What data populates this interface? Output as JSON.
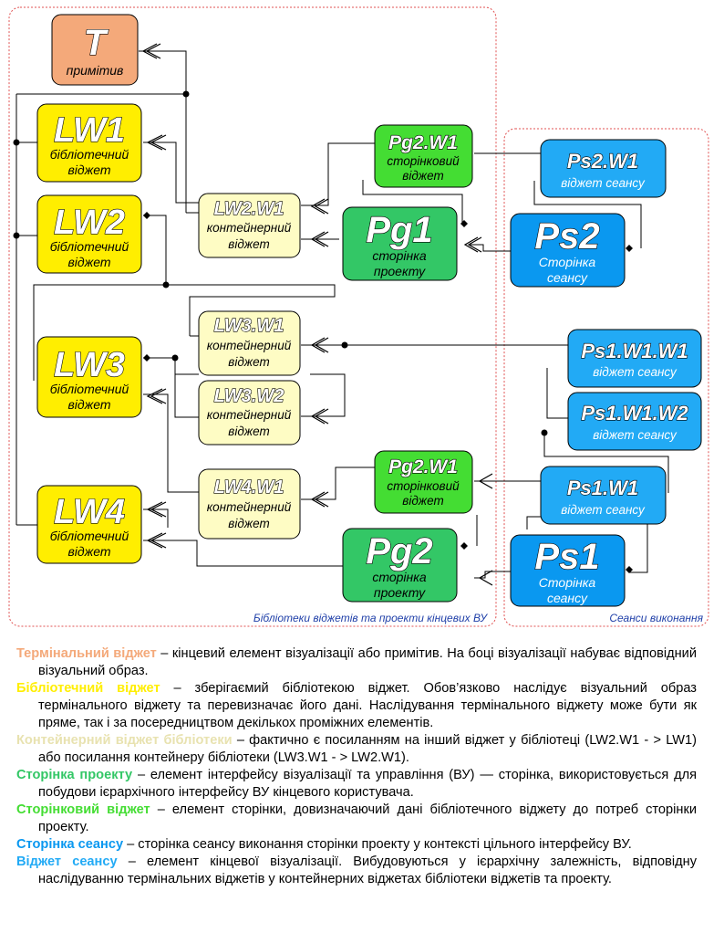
{
  "colors": {
    "terminal": "#f4a97a",
    "library": "#ffee00",
    "container": "#fefcc4",
    "project_page": "#33c766",
    "page_widget": "#44dd33",
    "session_page": "#0a98f0",
    "session_widget": "#22aaf5",
    "region_border": "#e05050",
    "region_label": "#1f3fa8"
  },
  "nodes": {
    "T": {
      "title": "T",
      "sub": "примітив"
    },
    "LW1": {
      "title": "LW1",
      "sub1": "бібліотечний",
      "sub2": "віджет"
    },
    "LW2": {
      "title": "LW2",
      "sub1": "бібліотечний",
      "sub2": "віджет"
    },
    "LW3": {
      "title": "LW3",
      "sub1": "бібліотечний",
      "sub2": "віджет"
    },
    "LW4": {
      "title": "LW4",
      "sub1": "бібліотечний",
      "sub2": "віджет"
    },
    "LW2W1": {
      "title": "LW2.W1",
      "sub1": "контейнерний",
      "sub2": "віджет"
    },
    "LW3W1": {
      "title": "LW3.W1",
      "sub1": "контейнерний",
      "sub2": "віджет"
    },
    "LW3W2": {
      "title": "LW3.W2",
      "sub1": "контейнерний",
      "sub2": "віджет"
    },
    "LW4W1": {
      "title": "LW4.W1",
      "sub1": "контейнерний",
      "sub2": "віджет"
    },
    "Pg2W1a": {
      "title": "Pg2.W1",
      "sub1": "сторінковий",
      "sub2": "віджет"
    },
    "Pg2W1b": {
      "title": "Pg2.W1",
      "sub1": "сторінковий",
      "sub2": "віджет"
    },
    "Pg1": {
      "title": "Pg1",
      "sub1": "сторінка",
      "sub2": "проекту"
    },
    "Pg2": {
      "title": "Pg2",
      "sub1": "сторінка",
      "sub2": "проекту"
    },
    "Ps2W1": {
      "title": "Ps2.W1",
      "sub": "віджет сеансу"
    },
    "Ps2": {
      "title": "Ps2",
      "sub1": "Сторінка",
      "sub2": "сеансу"
    },
    "Ps1W1W1": {
      "title": "Ps1.W1.W1",
      "sub": "віджет сеансу"
    },
    "Ps1W1W2": {
      "title": "Ps1.W1.W2",
      "sub": "віджет сеансу"
    },
    "Ps1W1": {
      "title": "Ps1.W1",
      "sub": "віджет сеансу"
    },
    "Ps1": {
      "title": "Ps1",
      "sub1": "Сторінка",
      "sub2": "сеансу"
    }
  },
  "regions": {
    "library": "Бібліотеки віджетів та проекти кінцевих ВУ",
    "sessions": "Сеанси виконання"
  },
  "legend": [
    {
      "term": "Термінальний віджет",
      "color": "#f4a97a",
      "text": " – кінцевий елемент візуалізації або примітив. На боці візуалізації набуває відповідний візуальний образ."
    },
    {
      "term": "Бібліотечний віджет",
      "color": "#ffee00",
      "text": " – зберігаємий бібліотекою віджет. Обов’язково наслідує візуальний образ термінального віджету та перевизначає його дані. Наслідування термінального віджету може бути як пряме, так і за посередництвом декількох проміжних елементів."
    },
    {
      "term": "Контейнерний віджет бібліотеки",
      "color": "#fefcc4",
      "text": " – фактично є посиланням на інший віджет у бібліотеці (LW2.W1 - > LW1) або посилання контейнеру бібліотеки (LW3.W1 - > LW2.W1)."
    },
    {
      "term": "Сторінка проекту",
      "color": "#33c766",
      "text": " – елемент інтерфейсу візуалізації та управління (ВУ) — сторінка, використовується для побудови ієрархічного інтерфейсу ВУ кінцевого користувача."
    },
    {
      "term": "Сторінковий віджет",
      "color": "#44dd33",
      "text": " – елемент сторінки, довизначаючий дані бібліотечного віджету до потреб сторінки проекту."
    },
    {
      "term": "Сторінка сеансу",
      "color": "#0a98f0",
      "text": " – сторінка сеансу виконання сторінки проекту у контексті цільного інтерфейсу ВУ."
    },
    {
      "term": "Віджет сеансу",
      "color": "#22aaf5",
      "text": " – елемент кінцевої візуалізації. Вибудовуються у ієрархічну залежність, відповідну наслідуванню термінальних віджетів у контейнерних віджетах бібліотеки віджетів та проекту."
    }
  ]
}
